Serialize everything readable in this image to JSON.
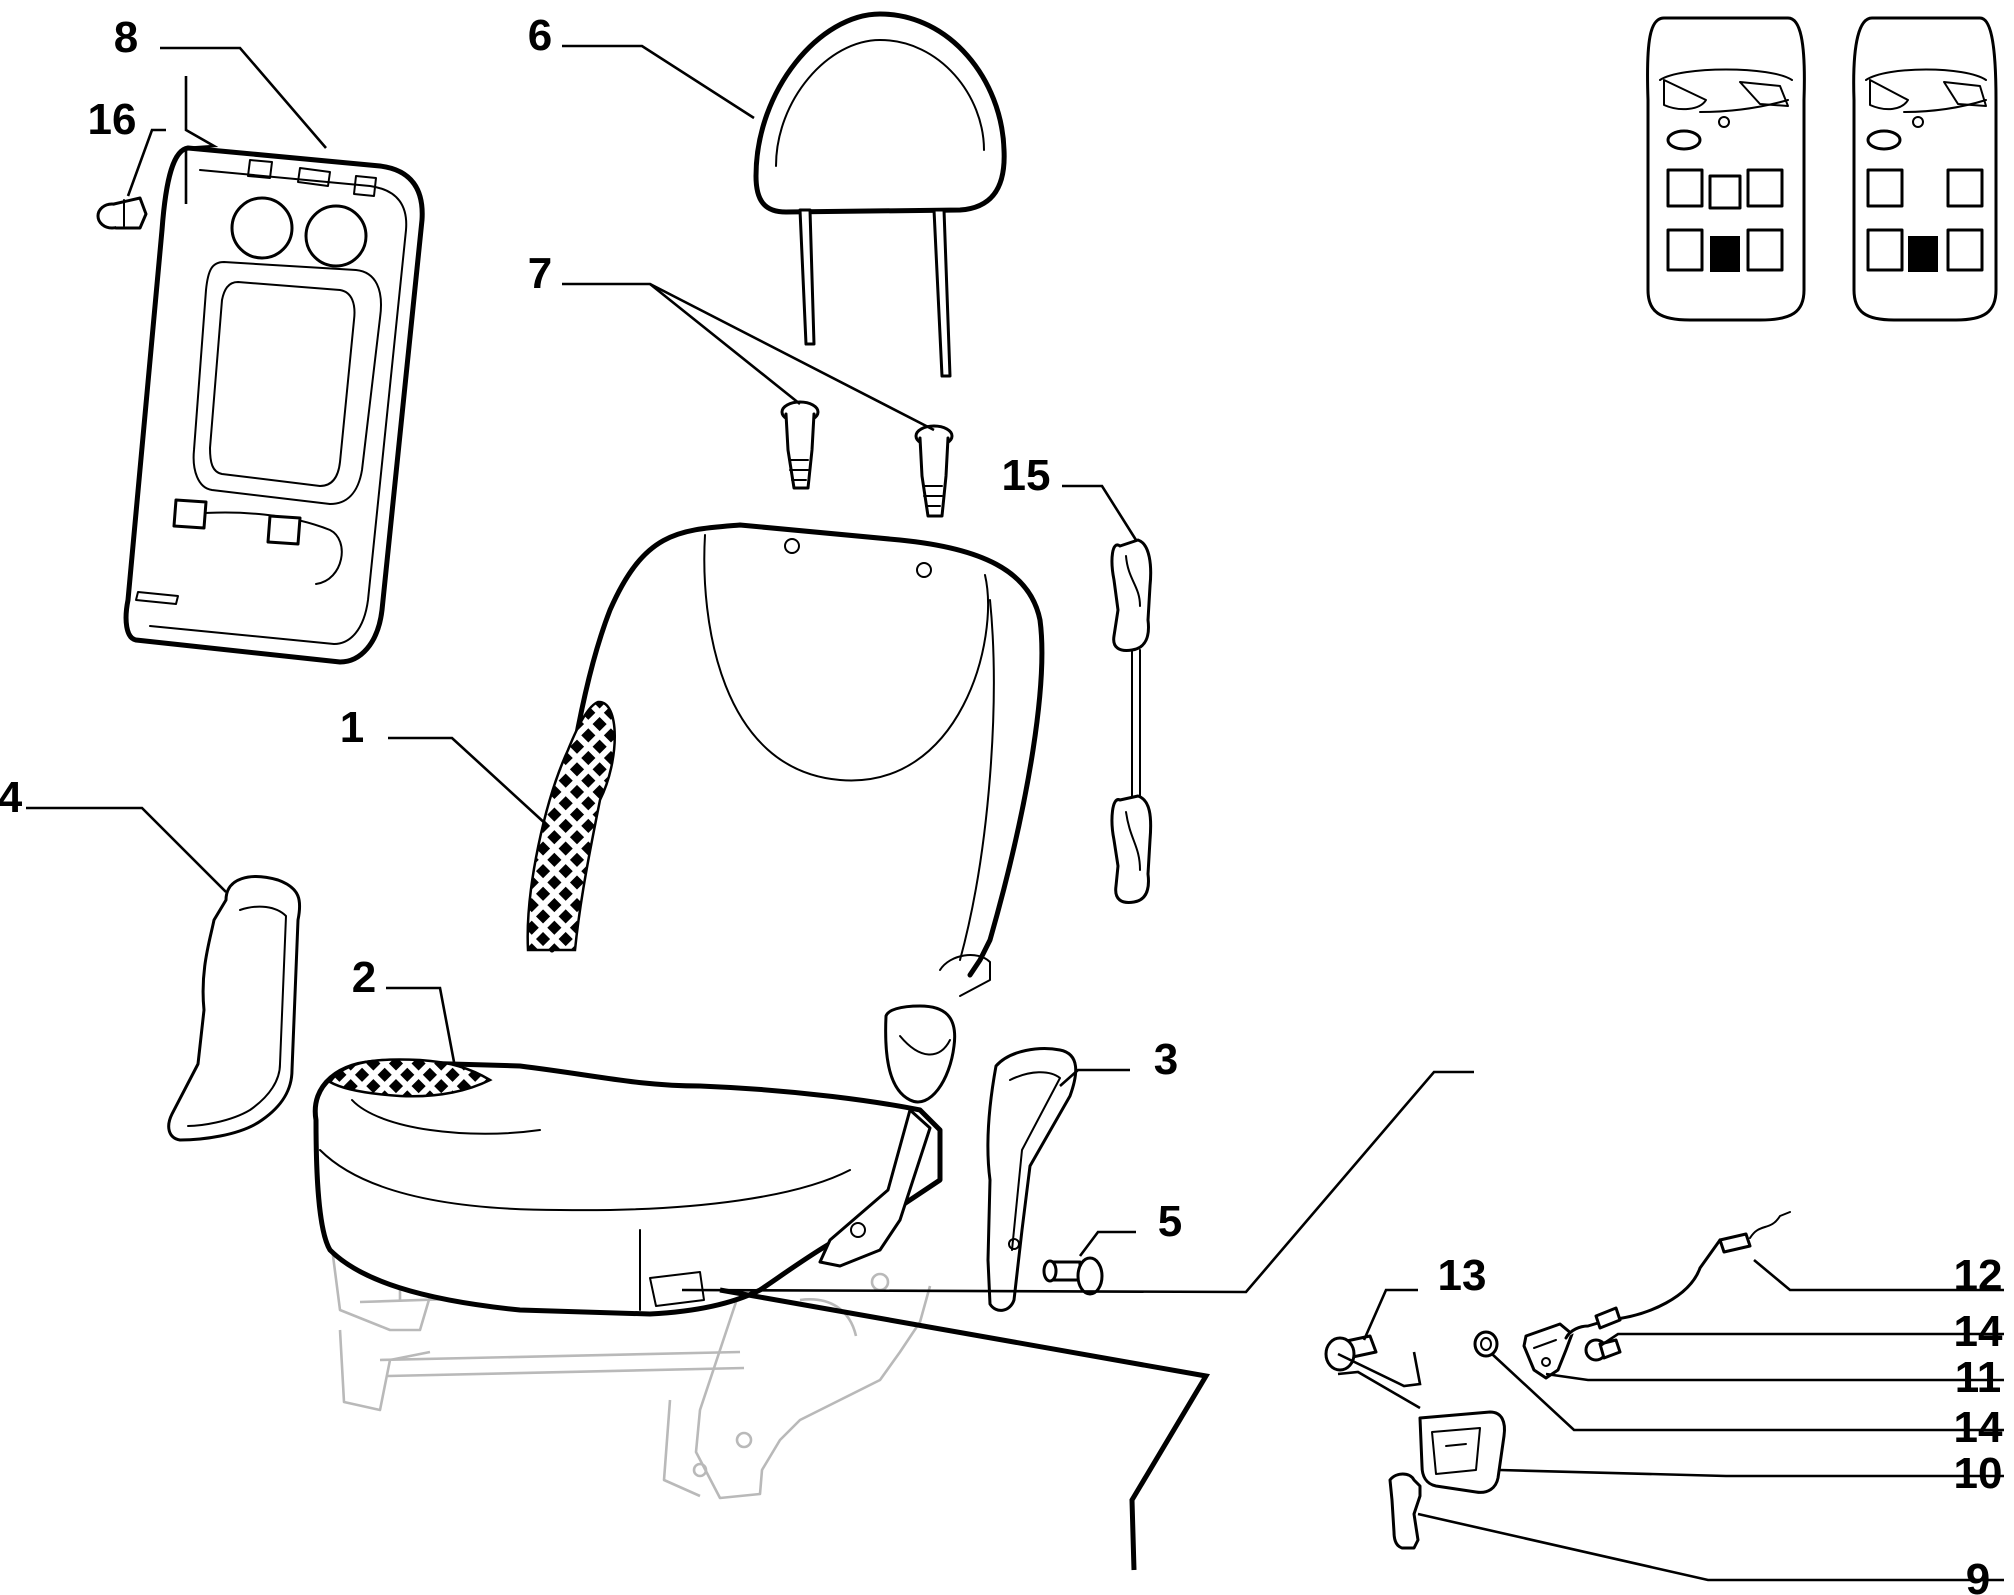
{
  "callouts": [
    "1",
    "2",
    "3",
    "4",
    "5",
    "6",
    "7",
    "8",
    "9",
    "10",
    "11",
    "12",
    "13",
    "14",
    "14",
    "15",
    "16"
  ],
  "locator": {
    "left_car_icon": "car-top-view-icon",
    "right_car_icon": "car-top-view-icon",
    "highlight_color": "#000000"
  },
  "colors": {
    "line": "#000000",
    "frame": "#b9b9b9",
    "background": "#ffffff"
  }
}
